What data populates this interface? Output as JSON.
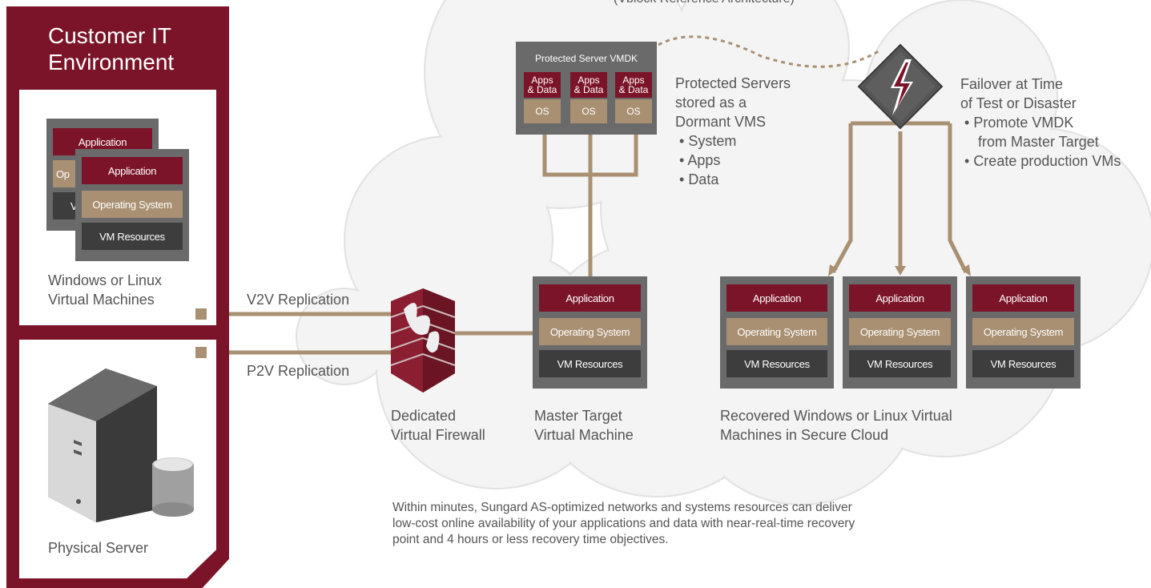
{
  "top_caption": "(Vblock Reference Architecture)",
  "customer": {
    "title_line1": "Customer IT",
    "title_line2": "Environment",
    "vm_label_line1": "Windows or Linux",
    "vm_label_line2": "Virtual Machines",
    "physical_label": "Physical Server",
    "back_vm": {
      "app": "Application",
      "os": "Op",
      "res": "V"
    }
  },
  "vm_rows": {
    "app": "Application",
    "os": "Operating System",
    "res": "VM Resources"
  },
  "replication": {
    "v2v": "V2V Replication",
    "p2v": "P2V Replication"
  },
  "firewall": {
    "line1": "Dedicated",
    "line2": "Virtual Firewall"
  },
  "master": {
    "line1": "Master Target",
    "line2": "Virtual Machine"
  },
  "protected": {
    "title": "Protected Server VMDK",
    "app_line1": "Apps",
    "app_line2": "& Data",
    "os": "OS",
    "desc_line1": "Protected Servers",
    "desc_line2": "stored as a",
    "desc_line3": "Dormant VMS",
    "bullets": [
      "System",
      "Apps",
      "Data"
    ]
  },
  "failover": {
    "line1": "Failover at Time",
    "line2": "of Test or Disaster",
    "bullet1_line1": "Promote VMDK",
    "bullet1_line2": "from Master Target",
    "bullet2": "Create production VMs"
  },
  "recovered": {
    "line1": "Recovered Windows or Linux Virtual",
    "line2": "Machines in Secure Cloud"
  },
  "footer": {
    "line1": "Within minutes, Sungard AS-optimized networks and systems resources can deliver",
    "line2": "low-cost online availability of your applications and data with near-real-time recovery",
    "line3": "point and 4 hours or less recovery time objectives."
  },
  "colors": {
    "brand": "#7b1428",
    "tan": "#a99072",
    "dark": "#3d3d3d",
    "frame": "#6a6a6a",
    "cloud": "#efefef"
  }
}
